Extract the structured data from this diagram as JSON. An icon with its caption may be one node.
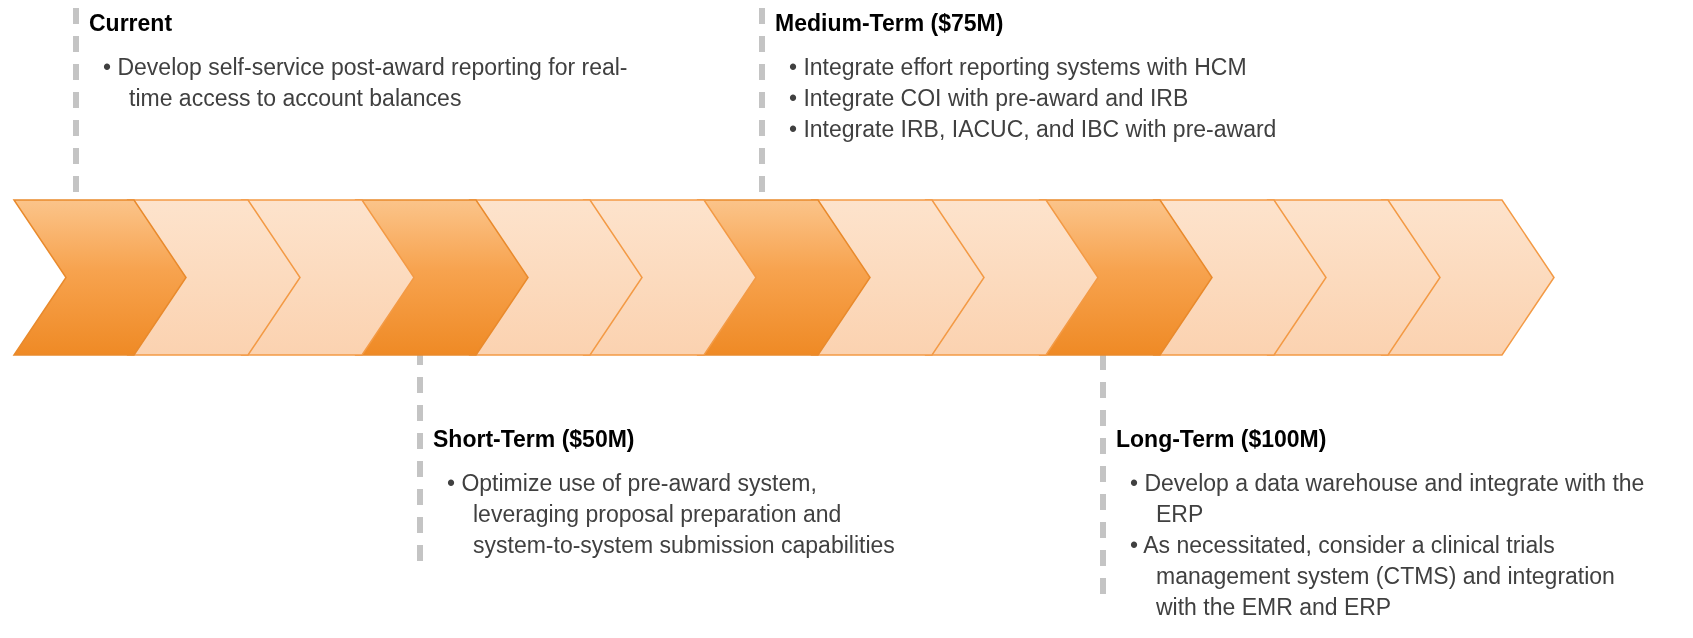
{
  "diagram": {
    "nodes": [
      {
        "text": [
          "Current",
          "• Develop self-service post-award reporting for real-time access to account balances"
        ]
      },
      {
        "text": [
          "Medium-Term ($75M)",
          "• Integrate effort reporting systems with HCM",
          "• Integrate COI with pre-award and IRB",
          "• Integrate IRB, IACUC, and IBC with pre-award"
        ]
      },
      {
        "text": [],
        "shape": "chevron"
      },
      {
        "text": [],
        "shape": "chevron"
      },
      {
        "text": [],
        "shape": "chevron"
      },
      {
        "text": [],
        "shape": "chevron"
      },
      {
        "text": [],
        "shape": "chevron"
      },
      {
        "text": [],
        "shape": "chevron"
      },
      {
        "text": [],
        "shape": "chevron"
      },
      {
        "text": [],
        "shape": "chevron"
      },
      {
        "text": [],
        "shape": "chevron"
      },
      {
        "text": [],
        "shape": "chevron"
      },
      {
        "text": [],
        "shape": "chevron"
      },
      {
        "text": [],
        "shape": "chevron"
      },
      {
        "text": [],
        "shape": "chevron"
      },
      {
        "text": [
          "Short-Term ($50M)",
          "• Optimize use of pre-award system, leveraging proposal preparation and system-to-system submission capabilities"
        ]
      },
      {
        "text": [
          "Long-Term ($100M)",
          "• Develop a data warehouse and integrate with the ERP",
          "• As necessitated, consider a clinical trials management system (CTMS) and integration with the EMR and ERP"
        ]
      }
    ],
    "edges": [
      {
        "from": 0,
        "to": 2,
        "arrow": "none",
        "style": "dashed"
      },
      {
        "from": 1,
        "to": 8,
        "arrow": "none",
        "style": "dashed"
      },
      {
        "from": 15,
        "to": 5,
        "arrow": "none",
        "style": "dashed"
      },
      {
        "from": 16,
        "to": 11,
        "arrow": "none",
        "style": "dashed"
      }
    ]
  }
}
